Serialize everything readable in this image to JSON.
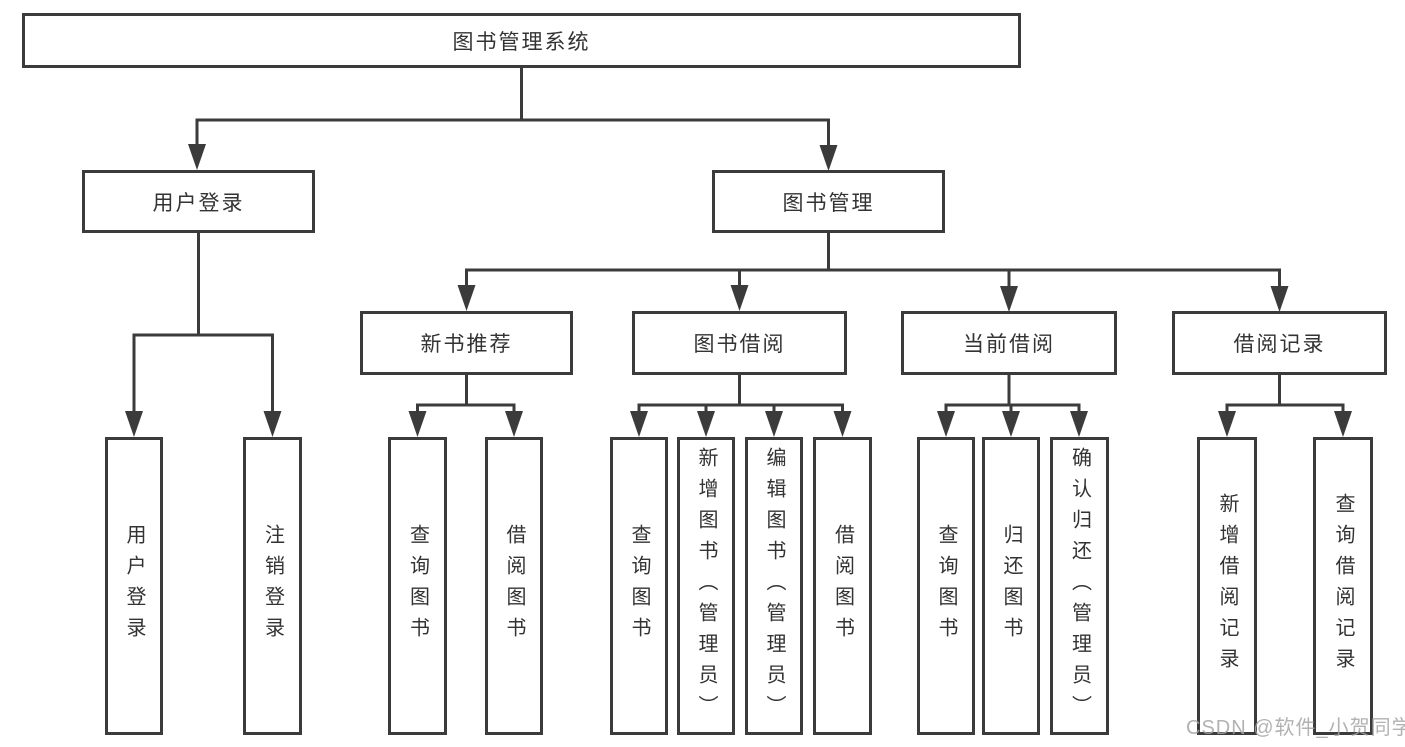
{
  "diagram_title": "图书管理系统",
  "tree": {
    "label": "图书管理系统",
    "children": [
      {
        "label": "用户登录",
        "children": [
          {
            "label": "用户登录"
          },
          {
            "label": "注销登录"
          }
        ]
      },
      {
        "label": "图书管理",
        "children": [
          {
            "label": "新书推荐",
            "children": [
              {
                "label": "查询图书"
              },
              {
                "label": "借阅图书"
              }
            ]
          },
          {
            "label": "图书借阅",
            "children": [
              {
                "label": "查询图书"
              },
              {
                "label": "新增图书（管理员）"
              },
              {
                "label": "编辑图书（管理员）"
              },
              {
                "label": "借阅图书"
              }
            ]
          },
          {
            "label": "当前借阅",
            "children": [
              {
                "label": "查询图书"
              },
              {
                "label": "归还图书"
              },
              {
                "label": "确认归还（管理员）"
              }
            ]
          },
          {
            "label": "借阅记录",
            "children": [
              {
                "label": "新增借阅记录"
              },
              {
                "label": "查询借阅记录"
              }
            ]
          }
        ]
      }
    ]
  },
  "watermark": {
    "text": "CSDN @软件_小贺同学"
  },
  "colors": {
    "line": "#3b3b3b",
    "box_border": "#3b3b3b",
    "text": "#333333",
    "background": "#ffffff",
    "watermark": "#a5a5a5"
  }
}
